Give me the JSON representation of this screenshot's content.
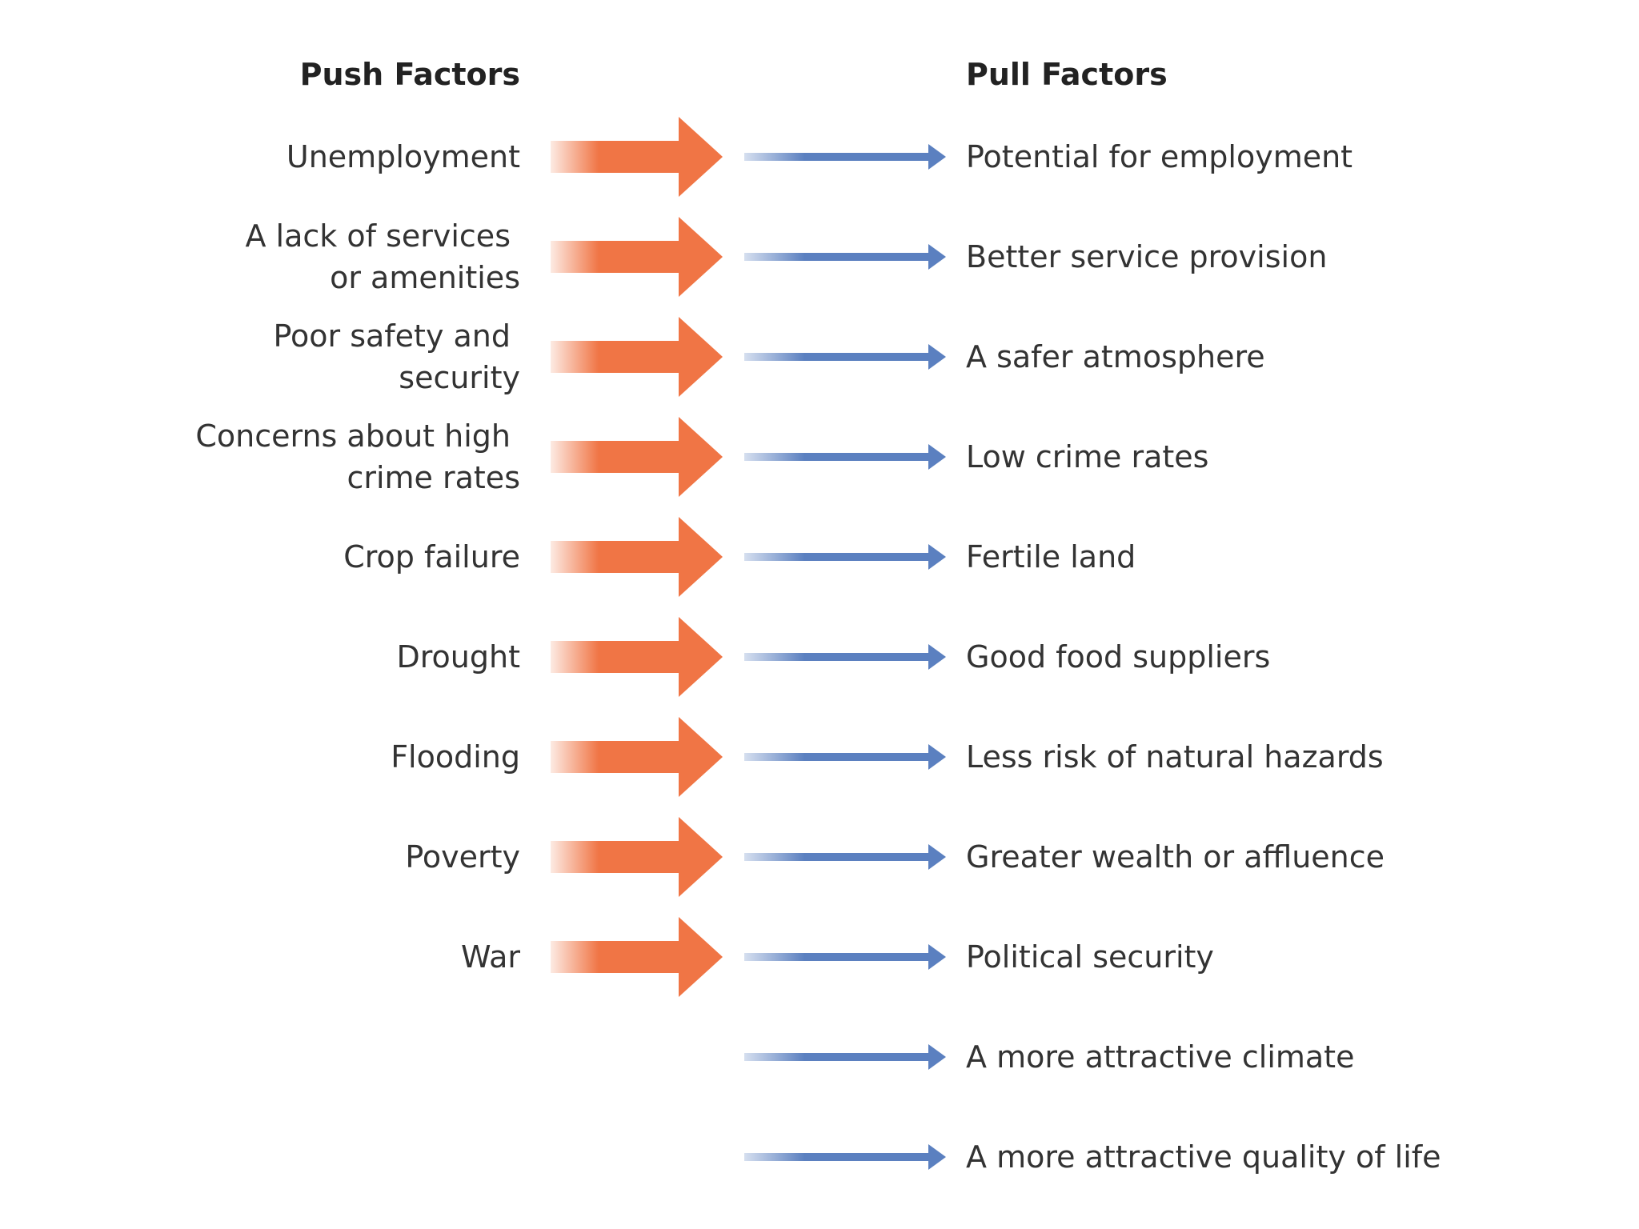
{
  "headings": {
    "push": "Push Factors",
    "pull": "Pull Factors"
  },
  "push_factors": [
    [
      "Unemployment"
    ],
    [
      "A lack of services",
      "or amenities"
    ],
    [
      "Poor safety and",
      "security"
    ],
    [
      "Concerns about high",
      "crime rates"
    ],
    [
      "Crop failure"
    ],
    [
      "Drought"
    ],
    [
      "Flooding"
    ],
    [
      "Poverty"
    ],
    [
      "War"
    ]
  ],
  "pull_factors": [
    "Potential for employment",
    "Better service provision",
    "A safer atmosphere",
    "Low crime rates",
    "Fertile land",
    "Good food suppliers",
    "Less risk of natural hazards",
    "Greater wealth or affluence",
    "Political security",
    "A more attractive climate",
    "A more attractive quality of life"
  ],
  "colors": {
    "push_arrow": "#f07545",
    "pull_arrow": "#5b80c0",
    "text": "#333333"
  }
}
